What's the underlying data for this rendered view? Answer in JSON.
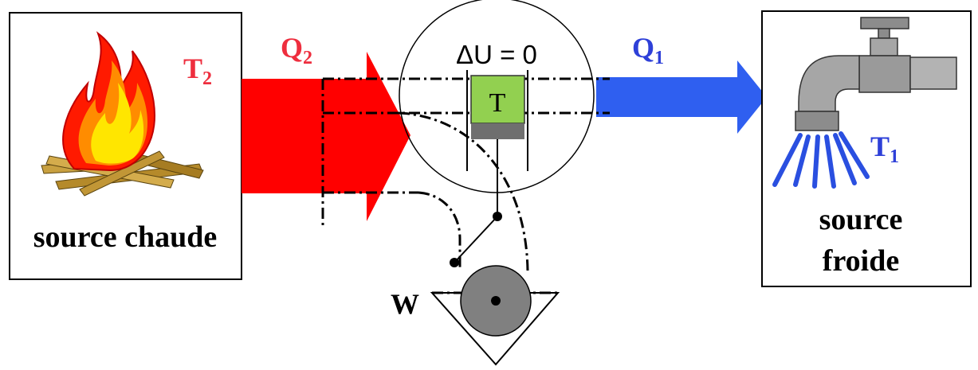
{
  "hot_source": {
    "label": "source chaude",
    "temperature_symbol": "T",
    "temperature_subscript": "2"
  },
  "cold_source": {
    "label_line1": "source",
    "label_line2": "froide",
    "temperature_symbol": "T",
    "temperature_subscript": "1"
  },
  "heat_in": {
    "symbol": "Q",
    "subscript": "2"
  },
  "heat_out": {
    "symbol": "Q",
    "subscript": "1"
  },
  "system": {
    "equation": "ΔU = 0",
    "piston_label": "T"
  },
  "work": {
    "label": "W"
  },
  "colors": {
    "heat_in_arrow": "#ff0000",
    "heat_out_arrow": "#2f5ff0",
    "hot_text": "#ee2e3e",
    "cold_text": "#2e40d8",
    "piston": "#92d050",
    "flywheel": "#808080",
    "faucet": "#a6a6a6",
    "water": "#2a4fe0"
  },
  "icons": [
    "campfire-icon",
    "faucet-icon",
    "flywheel-icon"
  ]
}
